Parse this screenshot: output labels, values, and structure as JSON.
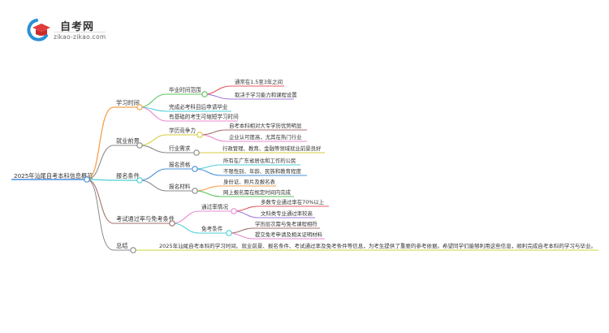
{
  "logo": {
    "title": "自考网",
    "url": "zikao-zikao.com",
    "icon": "graduation-cap-icon"
  },
  "mindmap": {
    "root": "2025年汕尾自考本科信息概览",
    "branches": [
      {
        "label": "学习时间",
        "color": "#f6a04d",
        "children": [
          {
            "label": "毕业时间范围",
            "color": "#5ec55e",
            "children": [
              {
                "label": "通常在1.5至3年之间",
                "color": "#e8585f"
              },
              {
                "label": "取决于学习能力和课程设置",
                "color": "#a27ad8"
              }
            ]
          },
          {
            "label": "完成必考科目后申请毕业",
            "color": "#4ecfd6"
          },
          {
            "label": "有基础的考生可缩短学习时间",
            "color": "#e889d0"
          }
        ]
      },
      {
        "label": "就业前景",
        "color": "#8a8a8a",
        "children": [
          {
            "label": "学历竞争力",
            "color": "#d6cb3e",
            "children": [
              {
                "label": "自考本科相对大专学历优势明显",
                "color": "#a0726c"
              },
              {
                "label": "企业认可度高，尤其在热门行业",
                "color": "#e889d0"
              }
            ]
          },
          {
            "label": "行业需求",
            "color": "#8a8a8a",
            "children": [
              {
                "label": "行政管理、教育、金融等领域就业前景良好",
                "color": "#d6cb3e"
              }
            ]
          }
        ]
      },
      {
        "label": "报名条件",
        "color": "#4ecfd6",
        "children": [
          {
            "label": "报名资格",
            "color": "#4a90d9",
            "children": [
              {
                "label": "所有在广东省居住和工作的公民",
                "color": "#4ecfd6"
              },
              {
                "label": "不限性别、年龄、民族和教育程度",
                "color": "#4a90d9"
              }
            ]
          },
          {
            "label": "报名材料",
            "color": "#8a8a8a",
            "children": [
              {
                "label": "身份证、照片及报名表",
                "color": "#f6a04d"
              },
              {
                "label": "网上报名需在规定时间内完成",
                "color": "#5ec55e"
              }
            ]
          }
        ]
      },
      {
        "label": "考试通过率与免考条件",
        "color": "#a0726c",
        "children": [
          {
            "label": "通过率情况",
            "color": "#e889d0",
            "children": [
              {
                "label": "多数专业通过率在70%以上",
                "color": "#e8585f"
              },
              {
                "label": "文科类专业通过率较高",
                "color": "#a27ad8"
              }
            ]
          },
          {
            "label": "免考条件",
            "color": "#4ecfd6",
            "children": [
              {
                "label": "学历层次需与免考课程相符",
                "color": "#a0726c"
              },
              {
                "label": "提交免考申请及相关证明材料",
                "color": "#e889d0"
              }
            ]
          }
        ]
      },
      {
        "label": "总结",
        "color": "#8a8a8a",
        "children": [
          {
            "label": "2025年汕尾自考本科的学习时间、就业前景、报名条件、考试通过率及免考条件等信息，为考生提供了重要的参考依据。希望同学们能够利用这些信息，顺利完成自考本科的学习与毕业。",
            "color": "#c9d43c"
          }
        ]
      }
    ]
  }
}
